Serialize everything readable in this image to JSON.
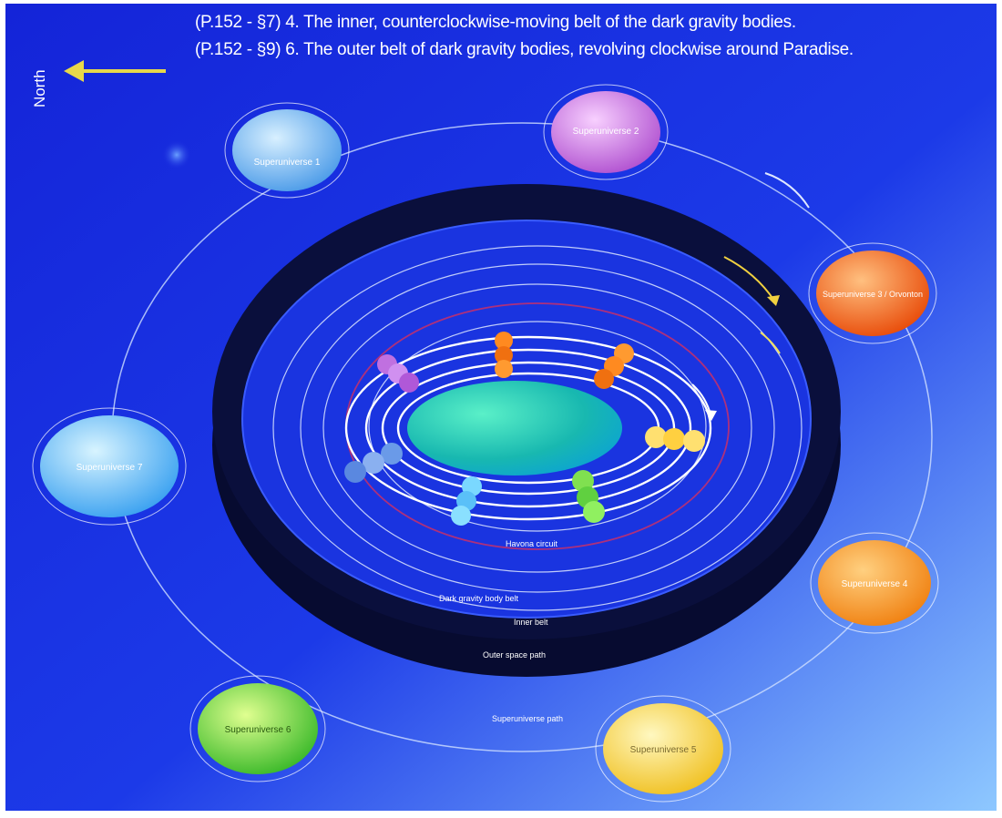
{
  "captions": [
    "(P.152 - §7)  4. The inner, counterclockwise-moving belt of the dark gravity bodies.",
    "(P.152 - §9)  6. The outer belt of dark gravity bodies, revolving clockwise around Paradise."
  ],
  "compass": {
    "label": "North",
    "arrow_color": "#e8d84a"
  },
  "superuniverses": [
    {
      "label": "Superuniverse 1",
      "color": "#8fc8ff"
    },
    {
      "label": "Superuniverse 2",
      "color": "#d98ce8"
    },
    {
      "label": "Superuniverse 3 / Orvonton",
      "color": "#ff7a1a"
    },
    {
      "label": "Superuniverse 4",
      "color": "#ff9a2a"
    },
    {
      "label": "Superuniverse 5",
      "color": "#ffe04a"
    },
    {
      "label": "Superuniverse 6",
      "color": "#7ee04a"
    },
    {
      "label": "Superuniverse 7",
      "color": "#7ecbff"
    }
  ],
  "belt_labels": [
    "Havona circuit",
    "Dark gravity body belt",
    "Inner belt",
    "Outer space path",
    "Superuniverse path"
  ],
  "colors": {
    "background_top": "#1a2ee0",
    "background_bottom": "#3a7af0",
    "dark_belt": "#0a0e3a",
    "paradise": "#1ad0c0",
    "orbit_line": "#e8f0ff",
    "red_orbit": "#c8306a"
  }
}
